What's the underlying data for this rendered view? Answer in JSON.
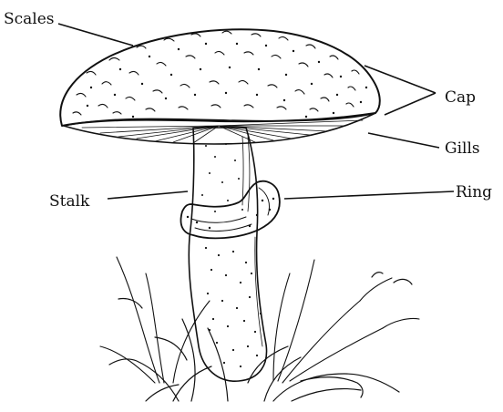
{
  "diagram": {
    "labels": {
      "scales": "Scales",
      "cap": "Cap",
      "gills": "Gills",
      "ring": "Ring",
      "stalk": "Stalk"
    }
  }
}
